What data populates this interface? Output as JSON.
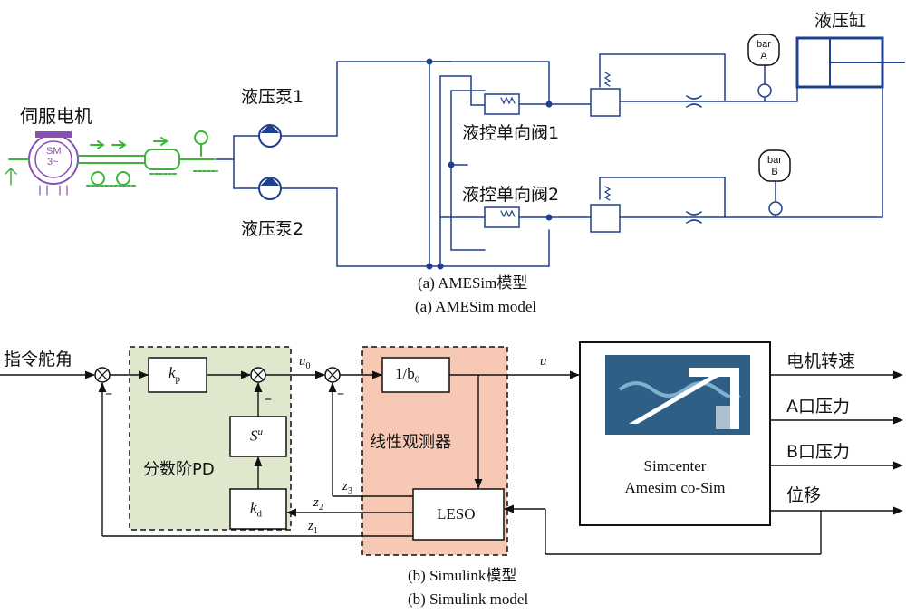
{
  "top": {
    "servo_motor": "伺服电机",
    "pump1": "液压泵1",
    "pump2": "液压泵2",
    "check_valve1": "液控单向阀1",
    "check_valve2": "液控单向阀2",
    "cylinder": "液压缸",
    "gauge_a_unit": "bar",
    "gauge_a_port": "A",
    "gauge_b_unit": "bar",
    "gauge_b_port": "B",
    "motor_symbol_top": "SM",
    "motor_symbol_bottom": "3~",
    "caption_cn": "(a) AMESim模型",
    "caption_en": "(a) AMESim model"
  },
  "bottom": {
    "input_label": "指令舵角",
    "pd_group_label": "分数阶PD",
    "observer_group_label": "线性观测器",
    "kp_label": "k",
    "kp_sub": "p",
    "kd_label": "k",
    "kd_sub": "d",
    "su_label": "S",
    "su_sup": "u",
    "inv_b0_label": "1/b",
    "inv_b0_sub": "0",
    "leso_label": "LESO",
    "u0_label": "u",
    "u0_sub": "0",
    "u_label": "u",
    "z1_label": "z",
    "z1_sub": "1",
    "z2_label": "z",
    "z2_sub": "2",
    "z3_label": "z",
    "z3_sub": "3",
    "minus": "–",
    "cosim_line1": "Simcenter",
    "cosim_line2": "Amesim co-Sim",
    "outputs": [
      "电机转速",
      "A口压力",
      "B口压力",
      "位移"
    ],
    "caption_cn": "(b) Simulink模型",
    "caption_en": "(b) Simulink model"
  },
  "colors": {
    "hydraulic_line": "#1f3f8f",
    "motor": "#8a4fb5",
    "mechanical": "#3cb43c",
    "pd_fill": "#dfe8cc",
    "observer_fill": "#f7c9b4",
    "logo_bg": "#2f5f85"
  }
}
